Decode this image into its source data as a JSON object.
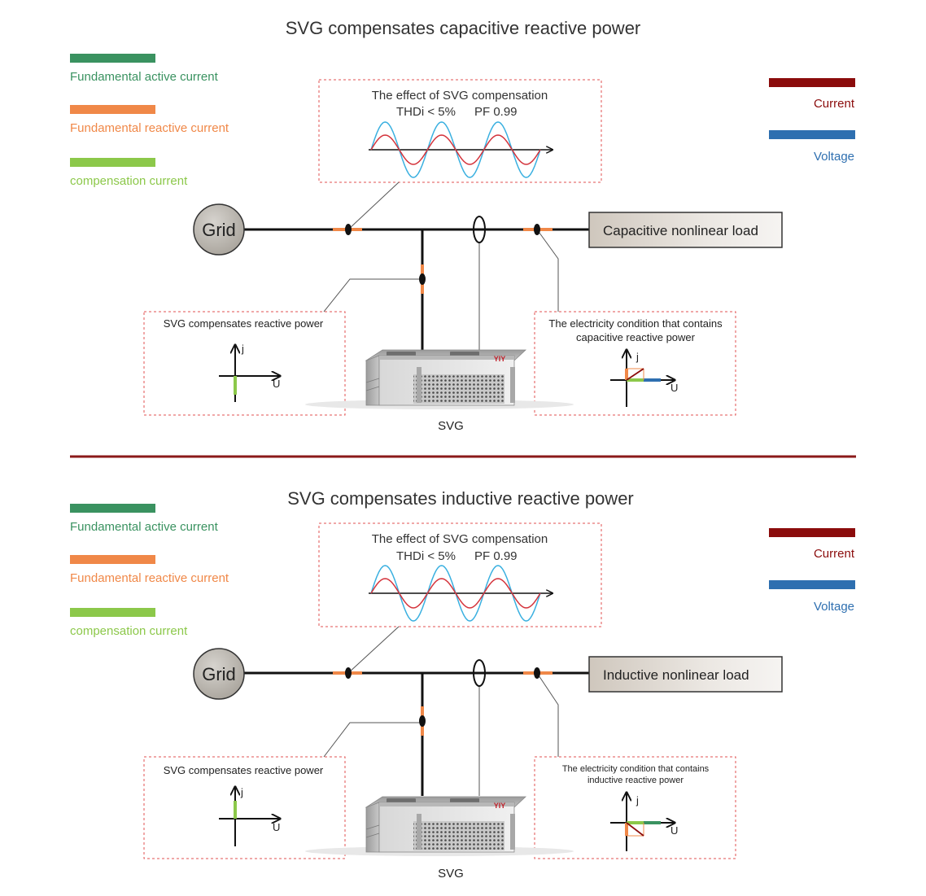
{
  "colors": {
    "active_current": "#3a9260",
    "reactive_current": "#f08848",
    "compensation_current": "#8cc84a",
    "current": "#8b0c0c",
    "voltage": "#2e6fb0",
    "wave_current": "#d4343c",
    "wave_voltage": "#3ab0e0",
    "divider": "#8b1a1a",
    "dashed_box": "#e05050"
  },
  "legend": {
    "active_label": "Fundamental active current",
    "reactive_label": "Fundamental reactive current",
    "compensation_label": "compensation current",
    "current_label": "Current",
    "voltage_label": "Voltage"
  },
  "sections": [
    {
      "title": "SVG compensates capacitive reactive power",
      "effect_title": "The effect of SVG compensation",
      "thdi": "THDi < 5%",
      "pf": "PF  0.99",
      "grid_label": "Grid",
      "load_label": "Capacitive nonlinear load",
      "svg_box_title": "SVG compensates reactive power",
      "condition_line1": "The electricity condition that contains",
      "condition_line2": "capacitive reactive power",
      "axis_j": "j",
      "axis_u": "U",
      "device_label": "SVG",
      "brand": "YIY"
    },
    {
      "title": "SVG compensates  inductive reactive power",
      "effect_title": "The effect of SVG compensation",
      "thdi": "THDi < 5%",
      "pf": "PF  0.99",
      "grid_label": "Grid",
      "load_label": "Inductive nonlinear load",
      "svg_box_title": "SVG compensates reactive power",
      "condition_line1": "The electricity condition that contains",
      "condition_line2": "inductive reactive power",
      "axis_j": "j",
      "axis_u": "U",
      "device_label": "SVG",
      "brand": "YIY"
    }
  ]
}
